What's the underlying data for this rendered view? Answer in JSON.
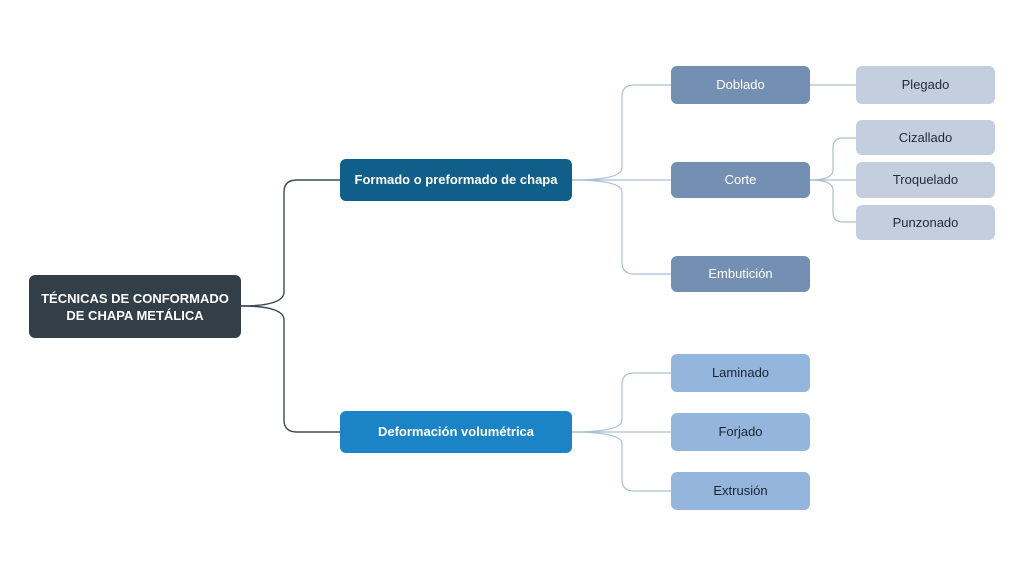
{
  "root": {
    "label": "TÉCNICAS DE CONFORMADO DE CHAPA METÁLICA"
  },
  "branches": [
    {
      "label": "Formado o preformado de chapa",
      "children": [
        {
          "label": "Doblado",
          "children": [
            {
              "label": "Plegado"
            }
          ]
        },
        {
          "label": "Corte",
          "children": [
            {
              "label": "Cizallado"
            },
            {
              "label": "Troquelado"
            },
            {
              "label": "Punzonado"
            }
          ]
        },
        {
          "label": "Embutición"
        }
      ]
    },
    {
      "label": "Deformación volumétrica",
      "children": [
        {
          "label": "Laminado"
        },
        {
          "label": "Forjado"
        },
        {
          "label": "Extrusión"
        }
      ]
    }
  ],
  "colors": {
    "root_bg": "#323f48",
    "branch_1_bg": "#0f5f8a",
    "branch_2_bg": "#1a84c6",
    "branch_1_children_bg": "#7390b2",
    "branch_2_children_bg": "#94b5dc",
    "leaf_bg": "#c3cfdf",
    "connector_dark": "#3d4a55",
    "connector_light": "#a9bfd8"
  }
}
